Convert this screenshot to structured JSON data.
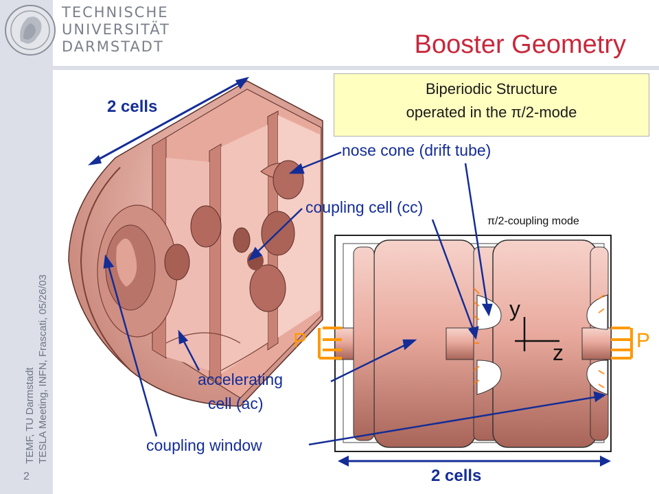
{
  "header": {
    "university_lines": [
      "TECHNISCHE",
      "UNIVERSITÄT",
      "DARMSTADT"
    ],
    "title": "Booster Geometry",
    "logo_icon": "university-seal-icon"
  },
  "sidebar": {
    "vertical_line1": "TEMF, TU Darmstadt",
    "vertical_line2": "TESLA Meeting, INFN, Frascati, 05/26/03",
    "page_number": "2"
  },
  "info_box": {
    "line1": "Biperiodic Structure",
    "line2": "operated in the π/2-mode"
  },
  "labels": {
    "cells_top": "2 cells",
    "cells_bottom": "2 cells",
    "nose_cone": "nose cone (drift tube)",
    "coupling_cell": "coupling cell (cc)",
    "coupling_mode": "π/2-coupling mode",
    "accelerating_line1": "accelerating",
    "accelerating_line2": "cell (ac)",
    "coupling_window": "coupling window",
    "axis_y": "y",
    "axis_z": "z",
    "port_left": "P",
    "port_right": "P"
  },
  "colors": {
    "accent_title": "#c8283c",
    "label_blue": "#142d96",
    "copper": "#e7a59b",
    "port": "#ff9900",
    "sidebar": "#dcdfe8"
  }
}
